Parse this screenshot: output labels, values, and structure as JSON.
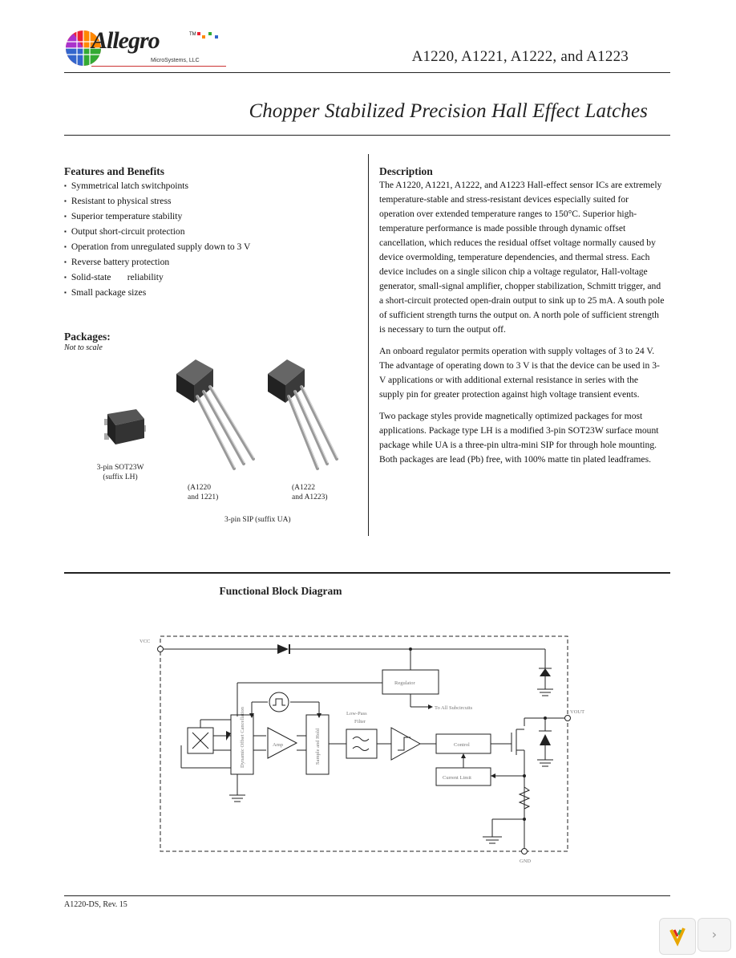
{
  "header": {
    "logo_text": "Allegro",
    "logo_tm": "TM",
    "logo_sub": "MicroSystems, LLC",
    "part_numbers": "A1220, A1221, A1222, and A1223"
  },
  "title": "Chopper Stabilized Precision Hall Effect Latches",
  "features": {
    "heading": "Features and Benefits",
    "items": [
      "Symmetrical latch switchpoints",
      "Resistant to physical stress",
      "Superior temperature stability",
      "Output short-circuit protection",
      "Operation from unregulated supply down to 3 V",
      "Reverse battery protection",
      "Solid-state       reliability",
      "Small package sizes"
    ]
  },
  "packages": {
    "heading": "Packages:",
    "note": "Not to scale",
    "sot_label_1": "3-pin SOT23W",
    "sot_label_2": "(suffix LH)",
    "sip_a_1": "(A1220",
    "sip_a_2": "and 1221)",
    "sip_b_1": "(A1222",
    "sip_b_2": "and A1223)",
    "sip_label": "3-pin SIP (suffix UA)"
  },
  "description": {
    "heading": "Description",
    "p1": "The A1220, A1221, A1222, and A1223 Hall-effect sensor ICs are extremely temperature-stable and stress-resistant devices especially suited for operation over extended temperature ranges to 150°C. Superior high-temperature performance is made possible through dynamic offset cancellation, which reduces the residual offset voltage normally caused by device overmolding, temperature dependencies, and thermal stress. Each device includes on a single silicon chip a voltage regulator, Hall-voltage generator, small-signal amplifier, chopper stabilization, Schmitt trigger, and a short-circuit protected open-drain output to sink up to 25 mA. A south pole of sufficient strength turns the output on. A north pole of sufficient strength is necessary to turn the output off.",
    "p2": "An onboard regulator permits operation with supply voltages of 3 to 24 V. The advantage of operating down to 3 V is that the device can be used in 3-V applications or with additional external resistance in series with the supply pin for greater protection against high voltage transient events.",
    "p3": "Two package styles provide magnetically optimized packages for most applications. Package type LH is a modified 3-pin SOT23W surface mount package while UA is a three-pin ultra-mini SIP for through hole mounting. Both packages are lead (Pb) free, with 100% matte tin plated leadframes."
  },
  "block_diagram": {
    "title": "Functional Block Diagram",
    "vcc": "VCC",
    "vout": "VOUT",
    "gnd": "GND",
    "regulator": "Regulator",
    "to_all": "To All Subcircuits",
    "lpf_1": "Low-Pass",
    "lpf_2": "Filter",
    "amp": "Amp",
    "dyn_switch": "Dynamic Offset Cancellation",
    "sample_hold": "Sample and Hold",
    "control": "Control",
    "current_limit": "Current Limit"
  },
  "footer": {
    "doc_id": "A1220-DS, Rev. 15"
  }
}
